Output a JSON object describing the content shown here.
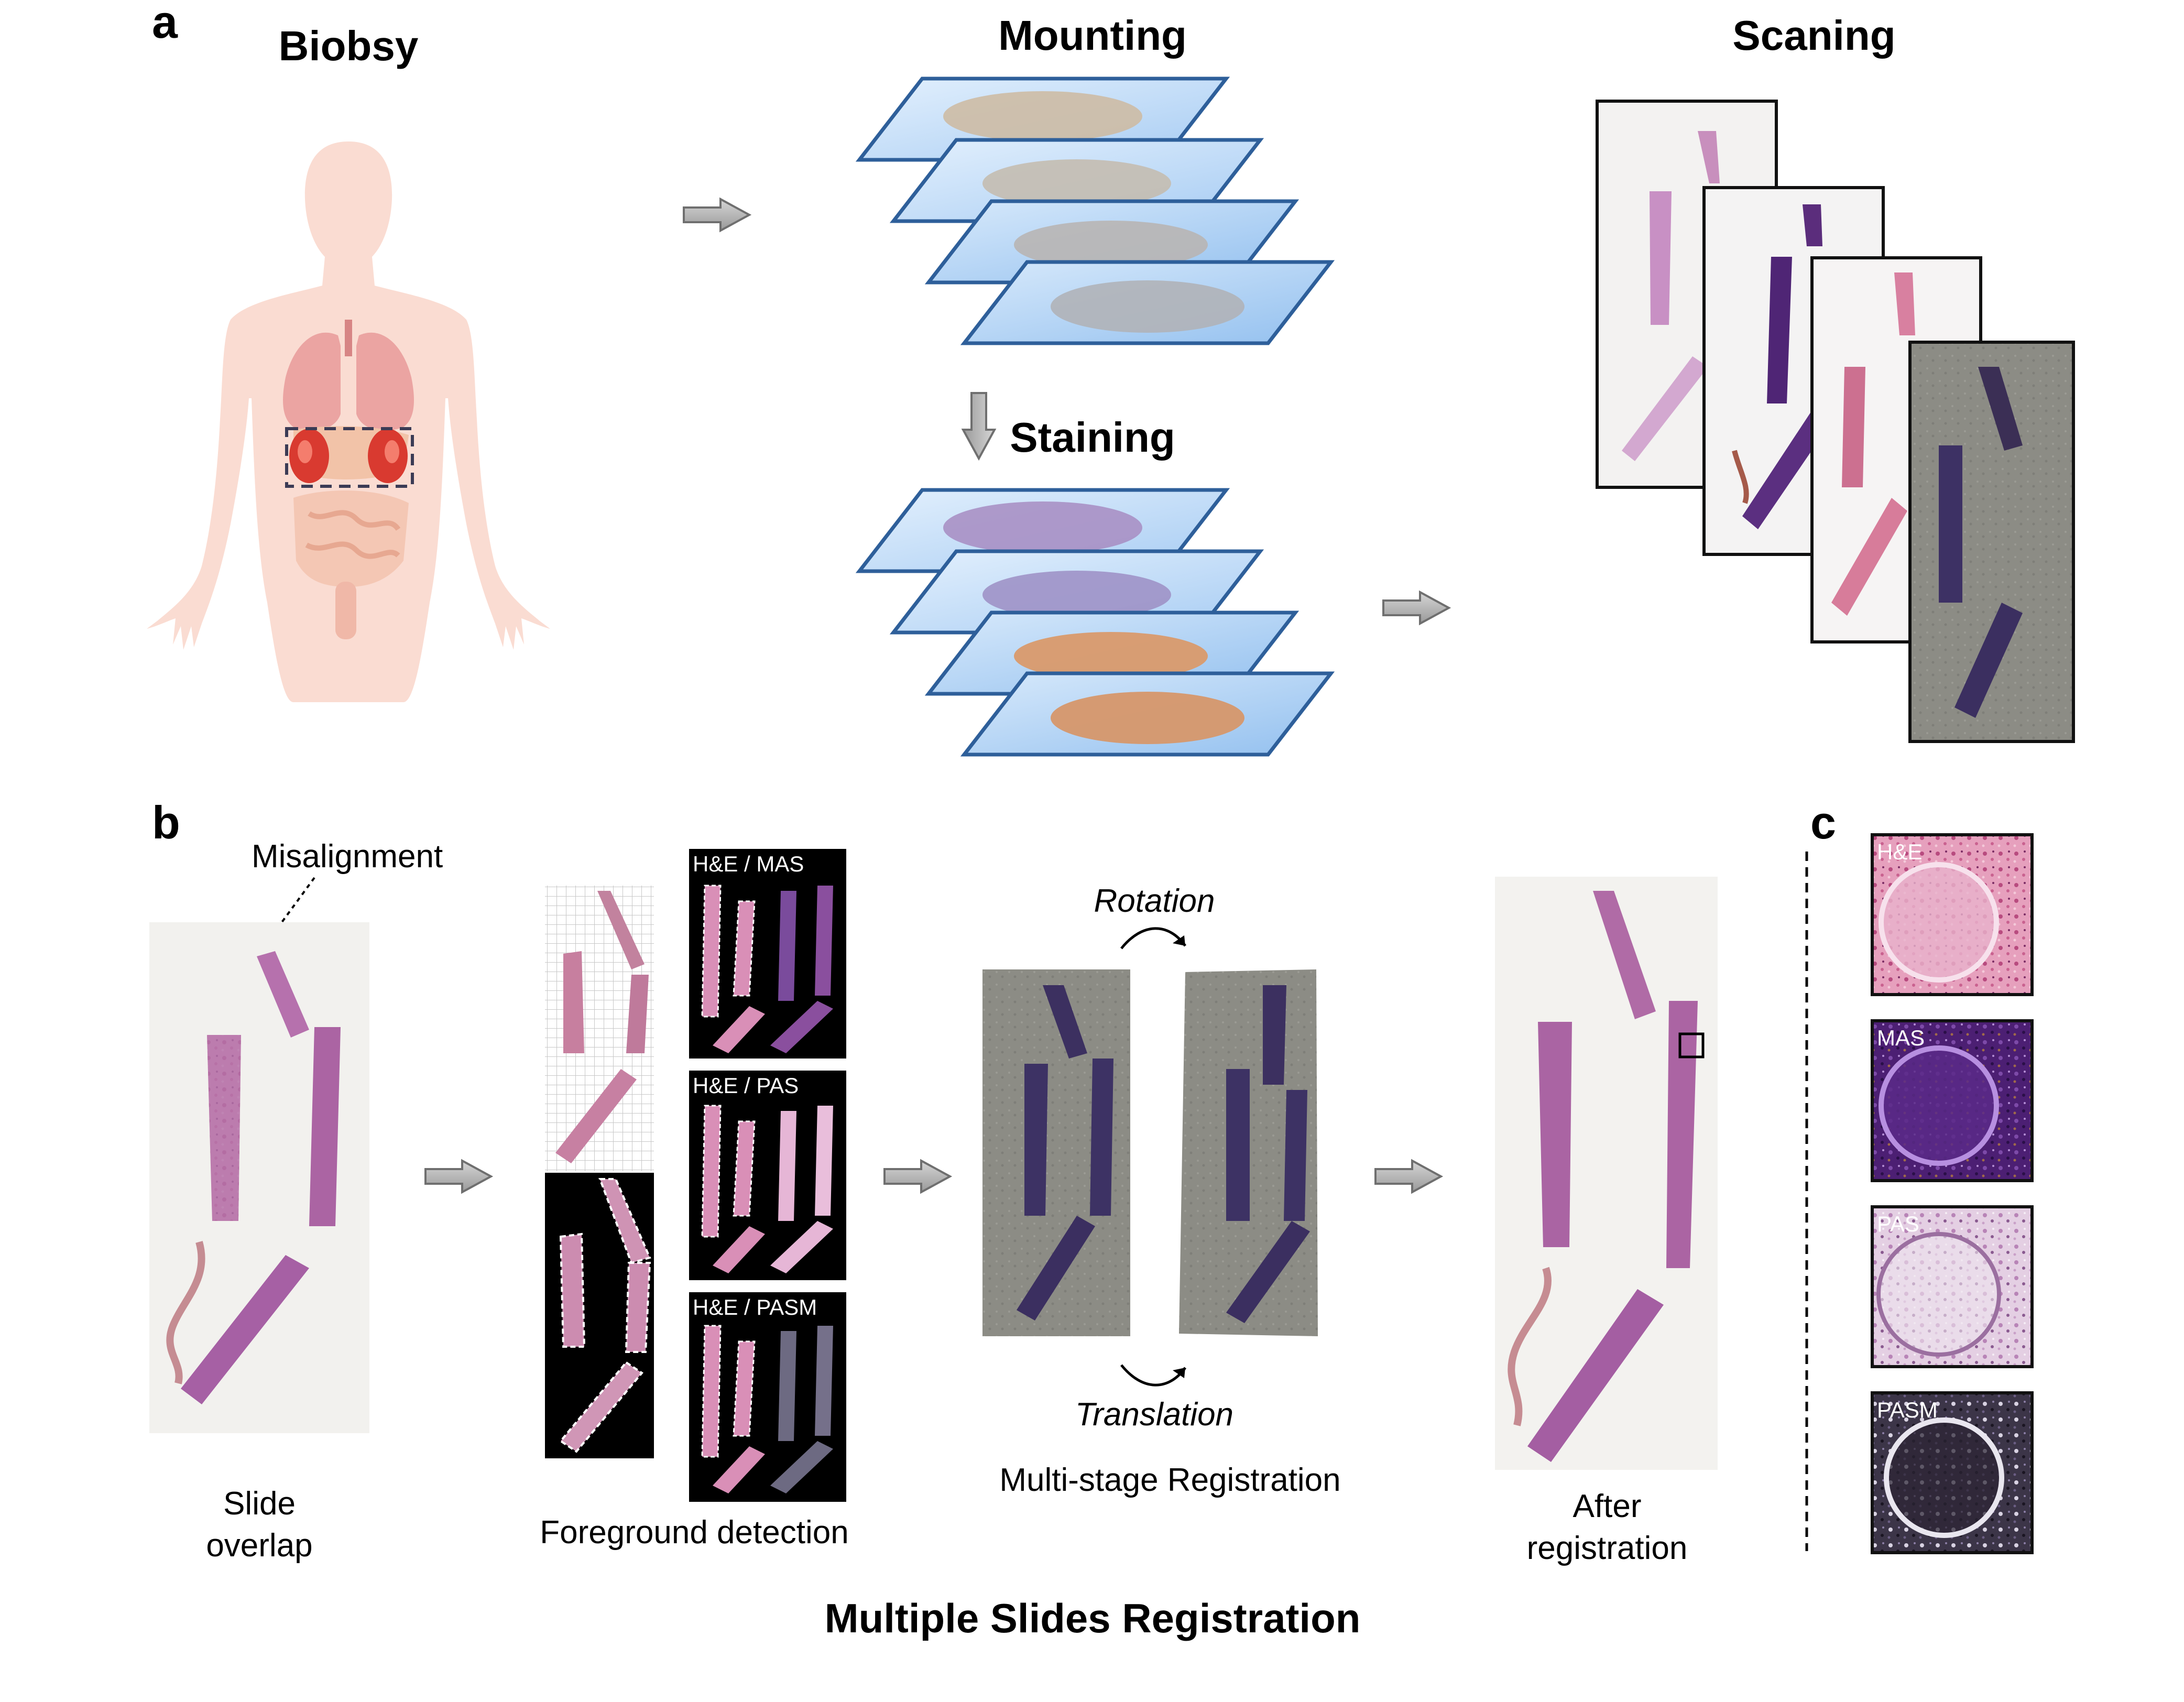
{
  "panel_a": {
    "letter": "a",
    "biopsy_title": "Biobsy",
    "mounting_title": "Mounting",
    "staining_title": "Staining",
    "scanning_title": "Scaning"
  },
  "panel_b": {
    "letter": "b",
    "misalignment_label": "Misalignment",
    "slide_overlap_line1": "Slide",
    "slide_overlap_line2": "overlap",
    "pair_labels": [
      "H&E / MAS",
      "H&E / PAS",
      "H&E / PASM"
    ],
    "foreground_label": "Foreground detection",
    "rotation_label": "Rotation",
    "translation_label": "Translation",
    "multistage_label": "Multi-stage Registration",
    "after_line1": "After",
    "after_line2": "registration",
    "section_title": "Multiple Slides Registration"
  },
  "panel_c": {
    "letter": "c",
    "stain_labels": [
      "H&E",
      "MAS",
      "PAS",
      "PASM"
    ]
  },
  "colors": {
    "slide_blue": "#bcd9f7",
    "slide_border": "#2e5f9a",
    "he_pink": "#c27ab0",
    "he_dark": "#8d4f8e",
    "mas_purple": "#4b2573",
    "pasm_gray": "#5a5a5a",
    "body_pink": "#fadcd2",
    "arrow_gray": "#b8b8b8"
  }
}
